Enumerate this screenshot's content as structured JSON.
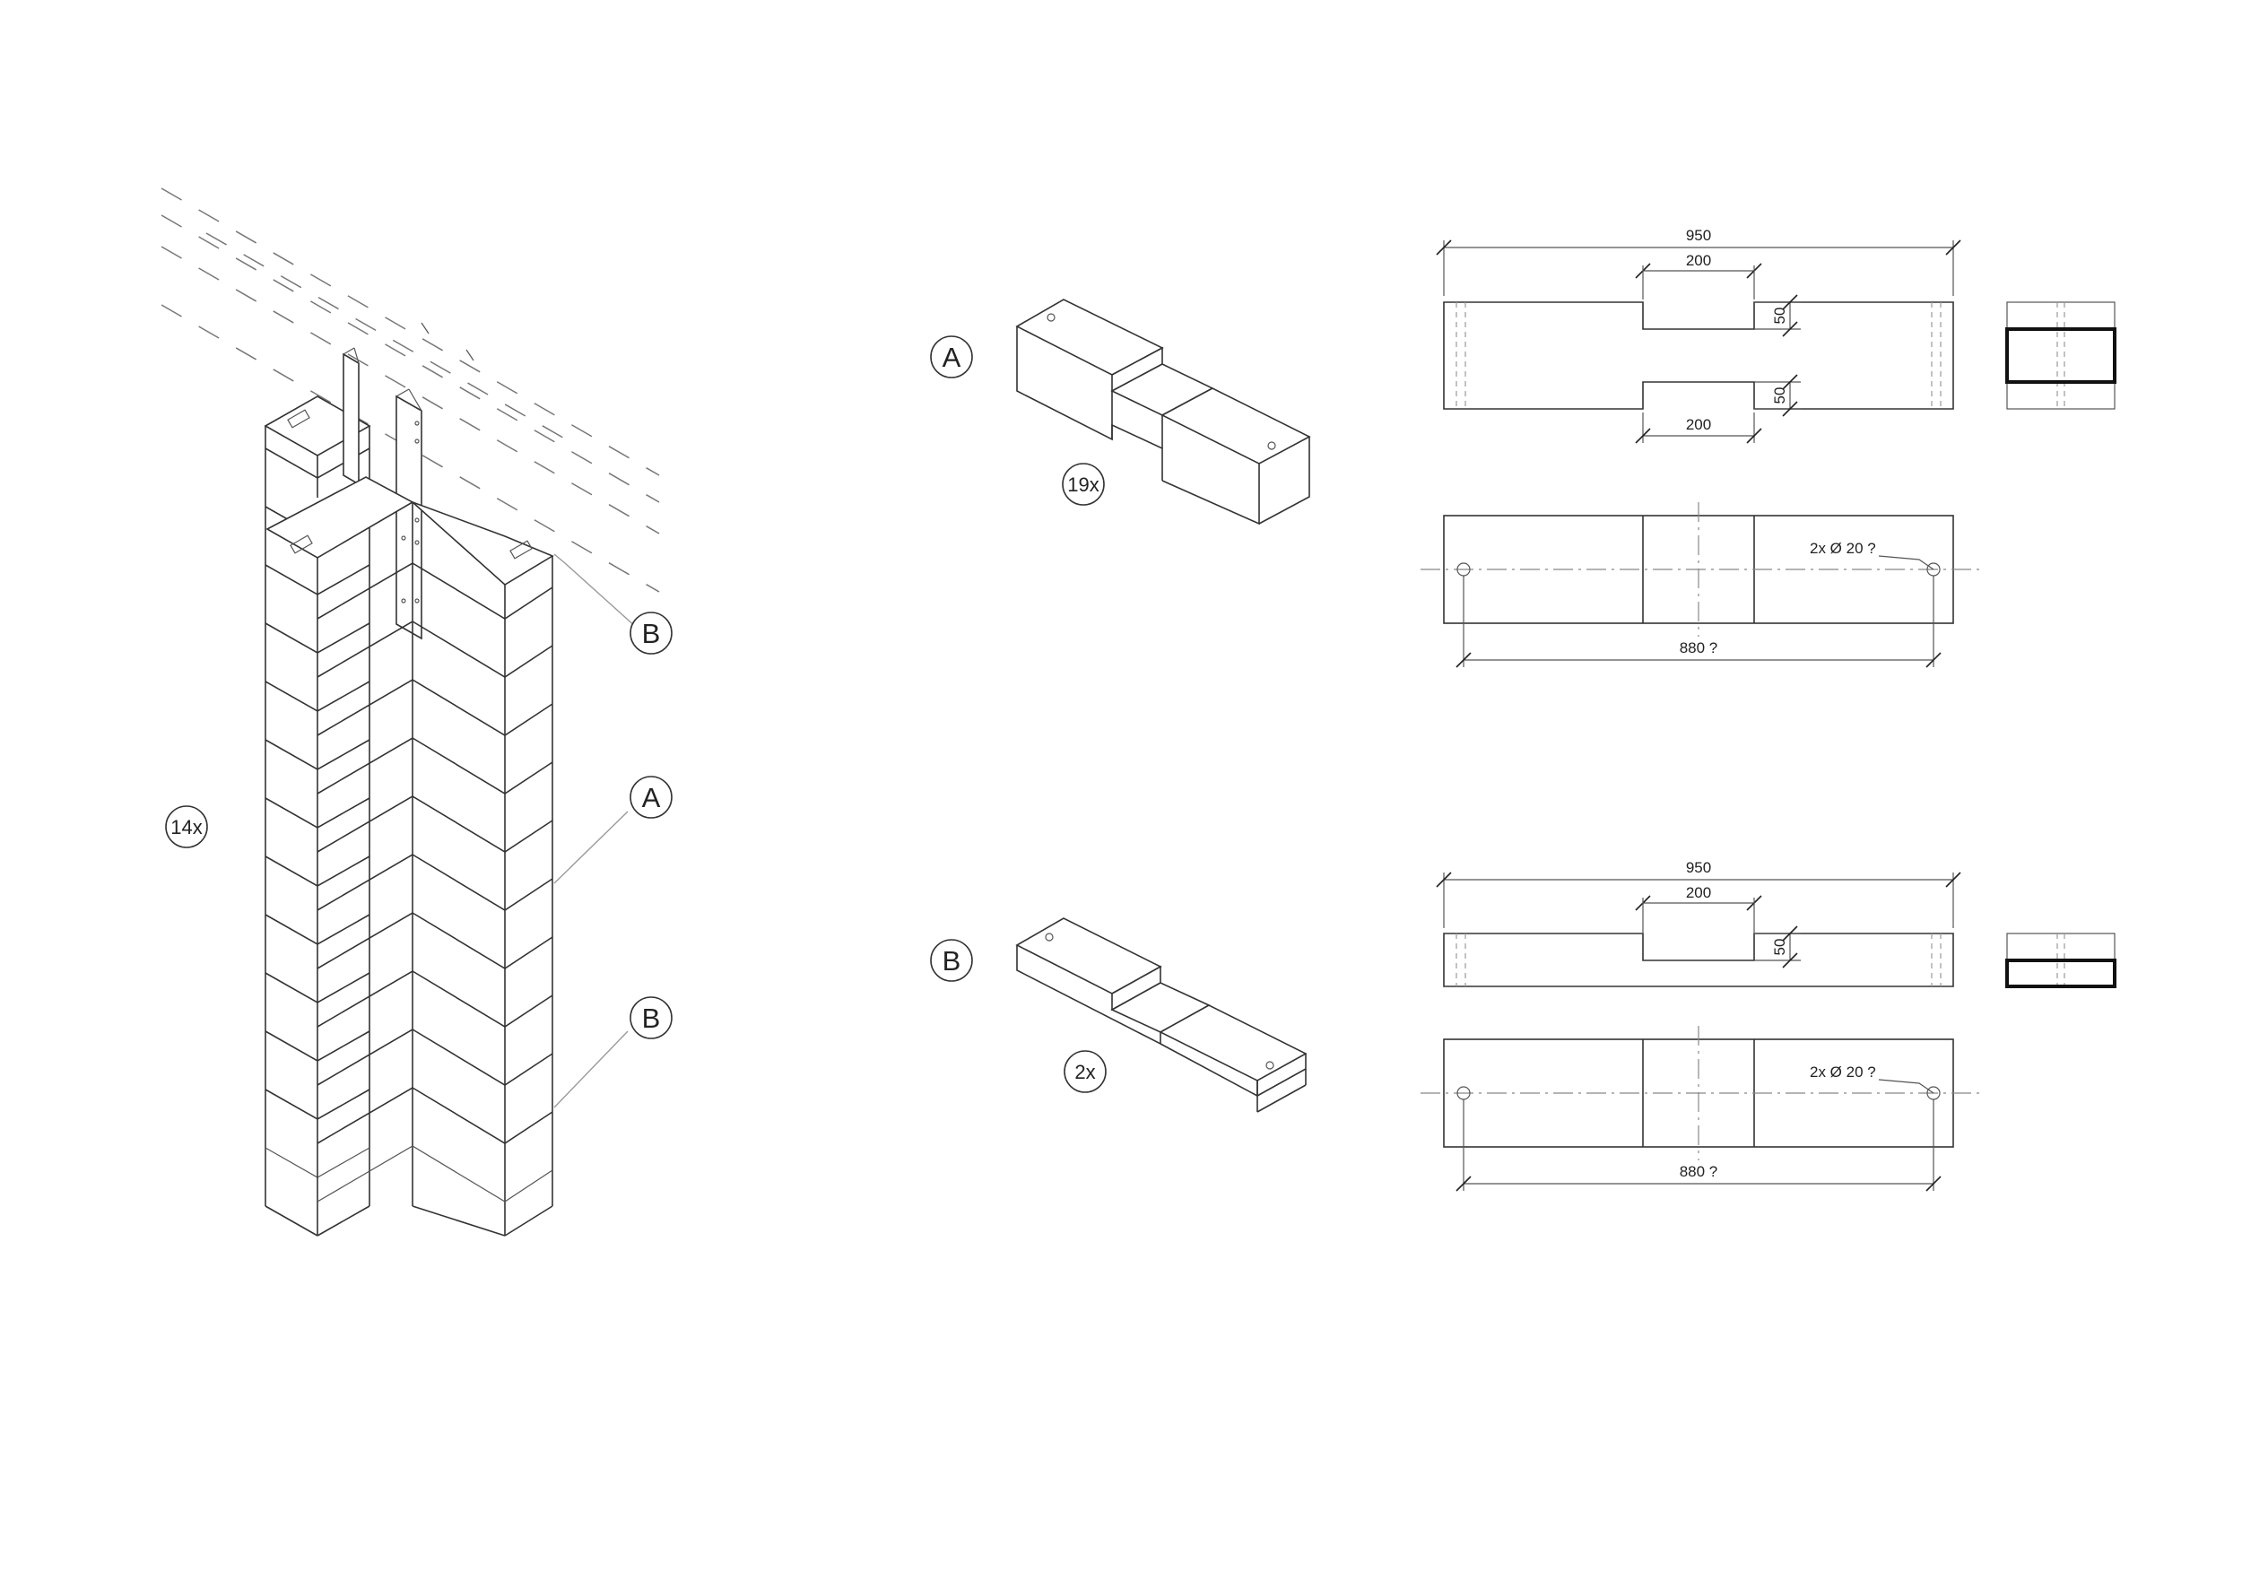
{
  "labels": {
    "A": "A",
    "B": "B",
    "count_main": "14x",
    "count_A": "19x",
    "count_B": "2x"
  },
  "dims": {
    "length": "950",
    "notch": "200",
    "depth": "50",
    "holes": "2x Ø 20 ?",
    "hole_spacing": "880 ?"
  }
}
